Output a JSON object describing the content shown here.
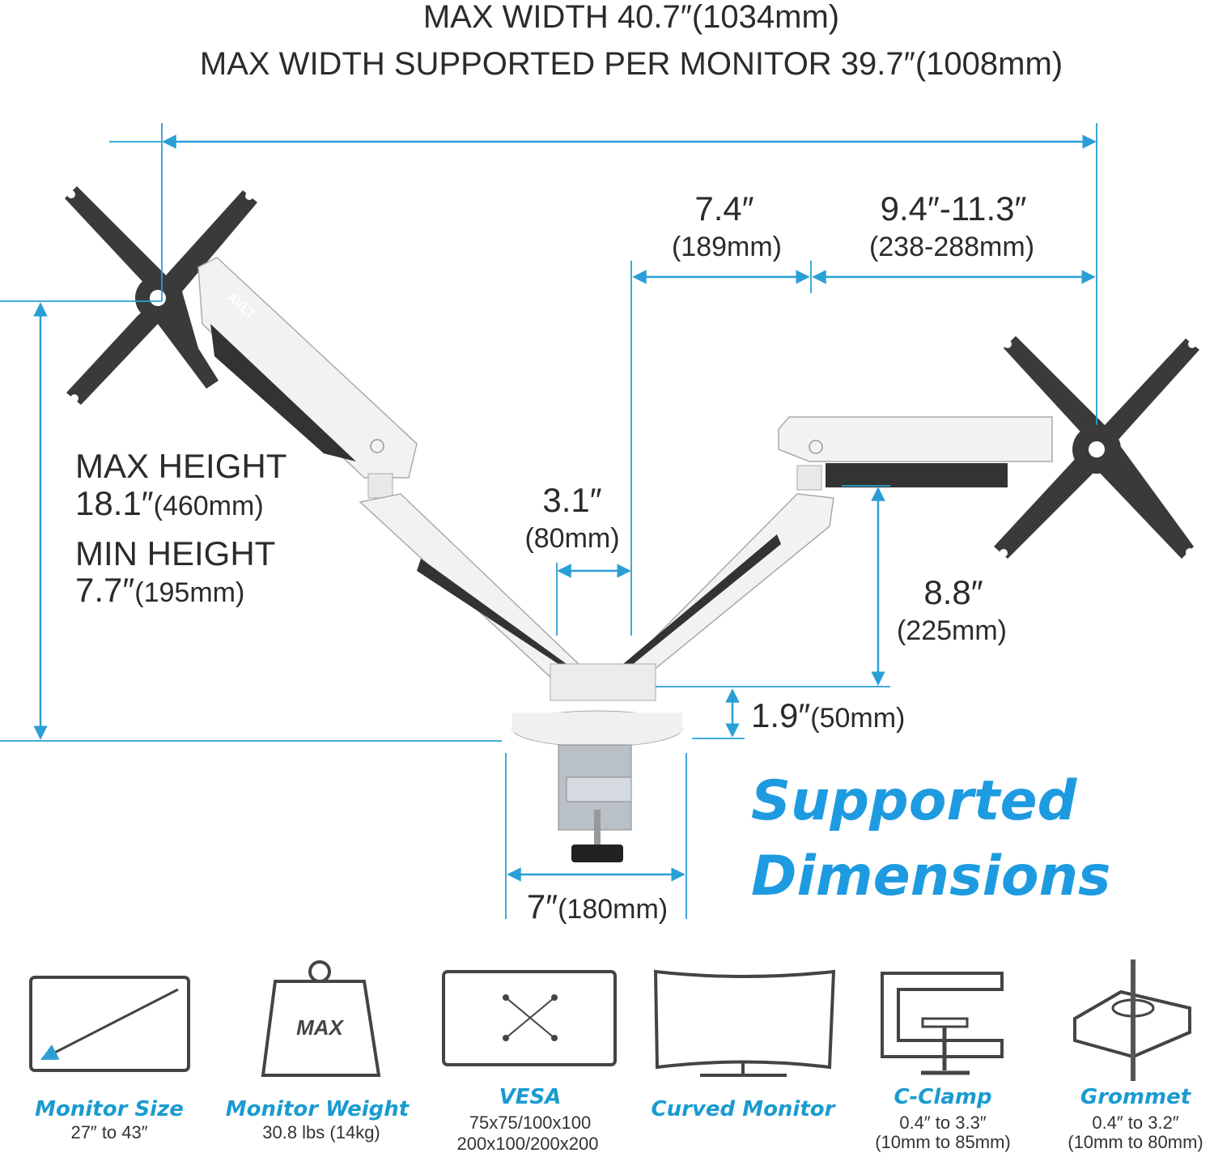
{
  "header": {
    "line1": "MAX WIDTH 40.7″(1034mm)",
    "line2": "MAX WIDTH SUPPORTED PER MONITOR 39.7″(1008mm)"
  },
  "dimensions": {
    "arm_segment": {
      "value": "7.4″",
      "metric": "(189mm)"
    },
    "arm_extension": {
      "value": "9.4″-11.3″",
      "metric": "(238-288mm)"
    },
    "max_height": {
      "label": "MAX HEIGHT",
      "value": "18.1″",
      "metric": "(460mm)"
    },
    "min_height": {
      "label": "MIN HEIGHT",
      "value": "7.7″",
      "metric": "(195mm)"
    },
    "pole_offset": {
      "value": "3.1″",
      "metric": "(80mm)"
    },
    "arm_rise": {
      "value": "8.8″",
      "metric": "(225mm)"
    },
    "base_height": {
      "value": "1.9″",
      "metric": "(50mm)"
    },
    "base_width": {
      "value": "7″",
      "metric": "(180mm)"
    }
  },
  "brand_logo": "AVLT",
  "headline": {
    "line1": "Supported",
    "line2": "Dimensions"
  },
  "features": [
    {
      "icon": "monitor-size-icon",
      "title": "Monitor Size",
      "lines": [
        "27″ to 43″"
      ]
    },
    {
      "icon": "weight-icon",
      "title": "Monitor Weight",
      "lines": [
        "30.8 lbs (14kg)"
      ],
      "icon_text": "MAX"
    },
    {
      "icon": "vesa-icon",
      "title": "VESA",
      "lines": [
        "75x75/100x100",
        "200x100/200x200"
      ]
    },
    {
      "icon": "curved-monitor-icon",
      "title": "Curved Monitor",
      "lines": []
    },
    {
      "icon": "c-clamp-icon",
      "title": "C-Clamp",
      "lines": [
        "0.4″ to 3.3″",
        "(10mm to 85mm)"
      ]
    },
    {
      "icon": "grommet-icon",
      "title": "Grommet",
      "lines": [
        "0.4″ to 3.2″",
        "(10mm to 80mm)"
      ]
    }
  ],
  "colors": {
    "accent": "#1e9be0",
    "dimension_line": "#2a9fd6",
    "text": "#2b2b2b",
    "plate": "#3a3a3a",
    "arm": "#f2f2f2"
  }
}
